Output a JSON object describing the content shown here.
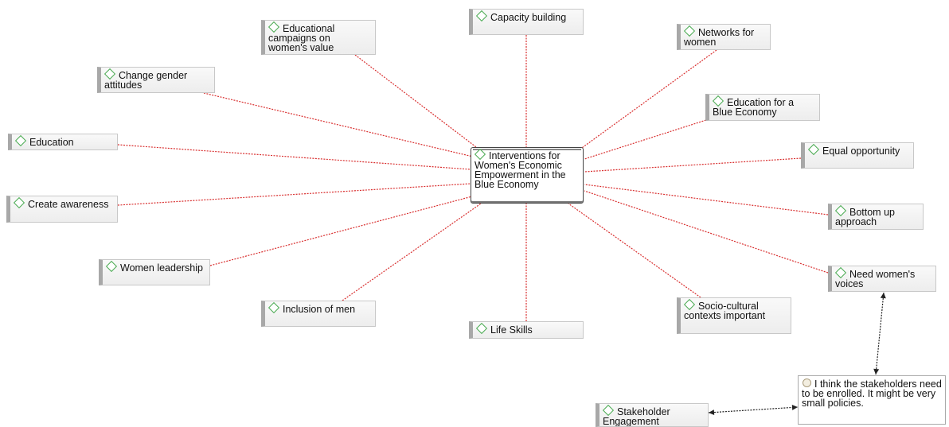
{
  "center": {
    "label": "Interventions for Women's Economic Empowerment in the Blue Economy"
  },
  "nodes": [
    {
      "key": "capacity",
      "label": "Capacity building"
    },
    {
      "key": "edu-campaigns",
      "label": "Educational campaigns on women's value"
    },
    {
      "key": "networks",
      "label": "Networks for women"
    },
    {
      "key": "gender",
      "label": "Change gender attitudes"
    },
    {
      "key": "edu-blue",
      "label": "Education for a Blue Economy"
    },
    {
      "key": "education",
      "label": "Education"
    },
    {
      "key": "equal",
      "label": "Equal opportunity"
    },
    {
      "key": "awareness",
      "label": "Create awareness"
    },
    {
      "key": "bottom-up",
      "label": "Bottom up approach"
    },
    {
      "key": "leadership",
      "label": "Women leadership"
    },
    {
      "key": "voices",
      "label": "Need women's voices"
    },
    {
      "key": "inclusion",
      "label": "Inclusion of men"
    },
    {
      "key": "socio",
      "label": "Socio-cultural contexts important"
    },
    {
      "key": "life-skills",
      "label": "Life Skills"
    },
    {
      "key": "stakeholder",
      "label": "Stakeholder Engagement"
    }
  ],
  "memo": {
    "label": "I think the stakeholders need to be enrolled. It might be very small policies."
  },
  "link_colors": {
    "code_link": "#d93030",
    "memo_link": "#222222"
  }
}
